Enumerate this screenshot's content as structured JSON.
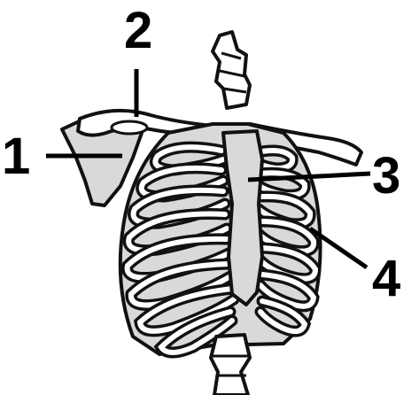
{
  "labels": [
    {
      "id": "1",
      "text": "1"
    },
    {
      "id": "2",
      "text": "2"
    },
    {
      "id": "3",
      "text": "3"
    },
    {
      "id": "4",
      "text": "4"
    }
  ],
  "colors": {
    "outline": "#111111",
    "bone_fill": "#ffffff",
    "shade_fill": "#d9d9d9",
    "text": "#000000"
  }
}
